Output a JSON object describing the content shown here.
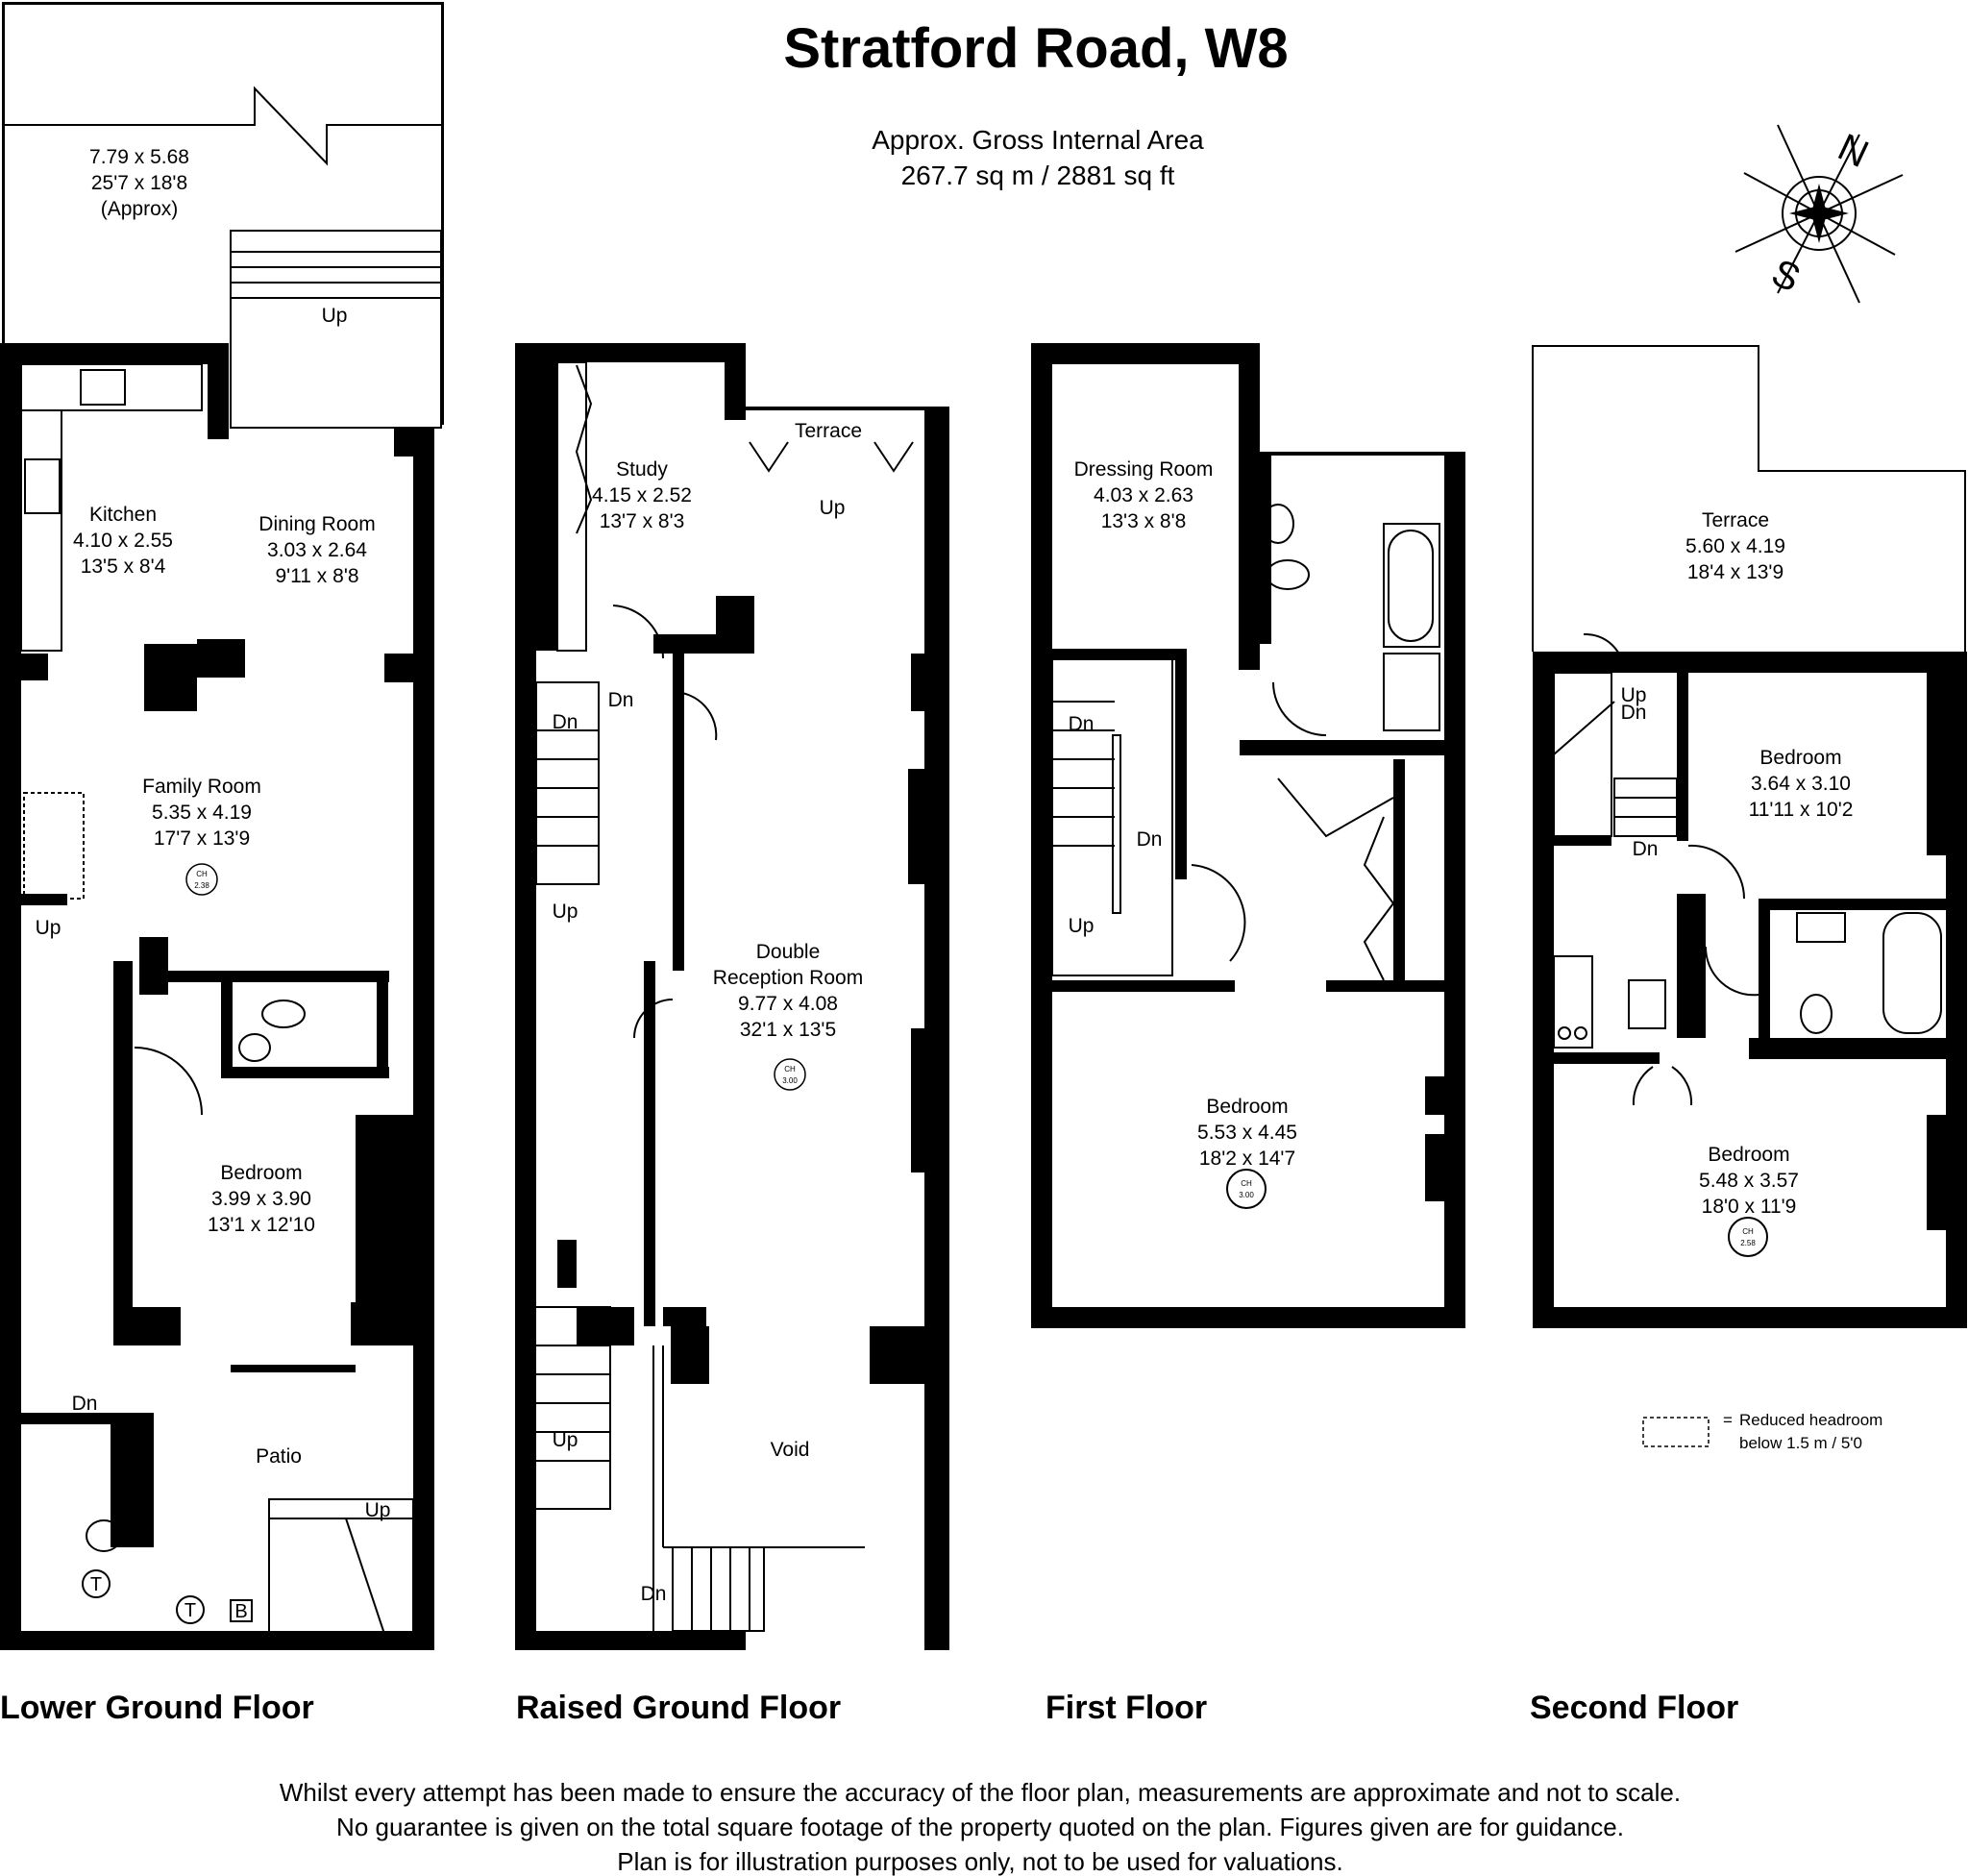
{
  "title": "Stratford Road, W8",
  "area": {
    "label": "Approx. Gross Internal Area",
    "value": "267.7 sq m / 2881 sq ft"
  },
  "compass": {
    "north": "N",
    "south": "S"
  },
  "floors": {
    "lower_ground": {
      "name": "Lower Ground Floor",
      "garden": {
        "size": "7.79 x 5.68",
        "imperial": "25'7 x 18'8",
        "note": "(Approx)"
      },
      "kitchen": {
        "name": "Kitchen",
        "size": "4.10 x 2.55",
        "imperial": "13'5 x 8'4"
      },
      "dining": {
        "name": "Dining Room",
        "size": "3.03 x 2.64",
        "imperial": "9'11 x 8'8"
      },
      "family": {
        "name": "Family Room",
        "size": "5.35 x 4.19",
        "imperial": "17'7 x 13'9"
      },
      "bedroom": {
        "name": "Bedroom",
        "size": "3.99 x 3.90",
        "imperial": "13'1 x 12'10"
      },
      "patio": "Patio",
      "ch": {
        "label": "CH",
        "value": "2.38"
      },
      "labels": {
        "up1": "Up",
        "up2": "Up",
        "up3": "Up",
        "dn1": "Dn",
        "t1": "T",
        "t2": "T",
        "b": "B"
      }
    },
    "raised_ground": {
      "name": "Raised Ground Floor",
      "study": {
        "name": "Study",
        "size": "4.15 x 2.52",
        "imperial": "13'7 x 8'3"
      },
      "terrace": "Terrace",
      "reception": {
        "line1": "Double",
        "line2": "Reception Room",
        "size": "9.77 x 4.08",
        "imperial": "32'1 x 13'5"
      },
      "void": "Void",
      "ch": {
        "label": "CH",
        "value": "3.00"
      },
      "labels": {
        "up1": "Up",
        "up2": "Up",
        "up3": "Up",
        "dn1": "Dn",
        "dn2": "Dn",
        "dn3": "Dn"
      }
    },
    "first": {
      "name": "First Floor",
      "dressing": {
        "name": "Dressing Room",
        "size": "4.03 x 2.63",
        "imperial": "13'3 x 8'8"
      },
      "bedroom": {
        "name": "Bedroom",
        "size": "5.53 x 4.45",
        "imperial": "18'2 x 14'7"
      },
      "ch": {
        "label": "CH",
        "value": "3.00"
      },
      "labels": {
        "dn1": "Dn",
        "dn2": "Dn",
        "up1": "Up"
      }
    },
    "second": {
      "name": "Second Floor",
      "terrace": {
        "name": "Terrace",
        "size": "5.60 x 4.19",
        "imperial": "18'4 x 13'9"
      },
      "bedroom1": {
        "name": "Bedroom",
        "size": "3.64 x 3.10",
        "imperial": "11'11 x 10'2"
      },
      "bedroom2": {
        "name": "Bedroom",
        "size": "5.48 x 3.57",
        "imperial": "18'0 x 11'9"
      },
      "ch": {
        "label": "CH",
        "value": "2.58"
      },
      "labels": {
        "up1": "Up",
        "dn1": "Dn",
        "dn2": "Dn"
      }
    }
  },
  "legend": {
    "line1": "Reduced headroom",
    "line2": "below 1.5 m / 5'0"
  },
  "disclaimer": [
    "Whilst every attempt has been made to ensure the accuracy of the floor plan, measurements are approximate and not to scale.",
    "No guarantee is given on the total square footage of the property quoted on the plan. Figures given are for guidance.",
    "Plan is for illustration purposes only, not to be used for valuations."
  ]
}
